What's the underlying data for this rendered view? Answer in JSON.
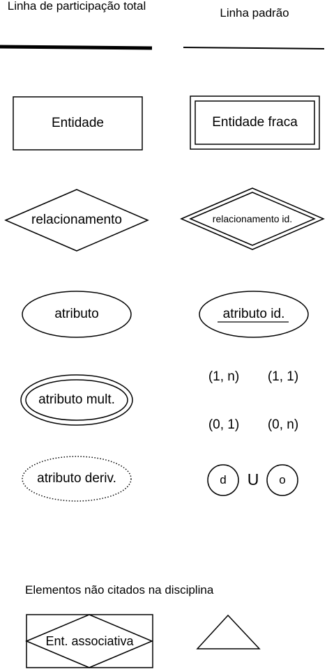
{
  "lines": {
    "total_participation_label": "Linha de participação total",
    "standard_label": "Linha padrão"
  },
  "shapes": {
    "entity": "Entidade",
    "weak_entity": "Entidade fraca",
    "relationship": "relacionamento",
    "identifying_relationship": "relacionamento id.",
    "attribute": "atributo",
    "key_attribute": "atributo id.",
    "multivalued_attribute": "atributo mult.",
    "derived_attribute": "atributo deriv."
  },
  "cardinalities": [
    "(1, n)",
    "(1, 1)",
    "(0, 1)",
    "(0, n)"
  ],
  "specialization": {
    "disjoint": "d",
    "union": "U",
    "overlap": "o"
  },
  "extras": {
    "heading": "Elementos não citados na disciplina",
    "associative_entity": "Ent. associativa"
  }
}
